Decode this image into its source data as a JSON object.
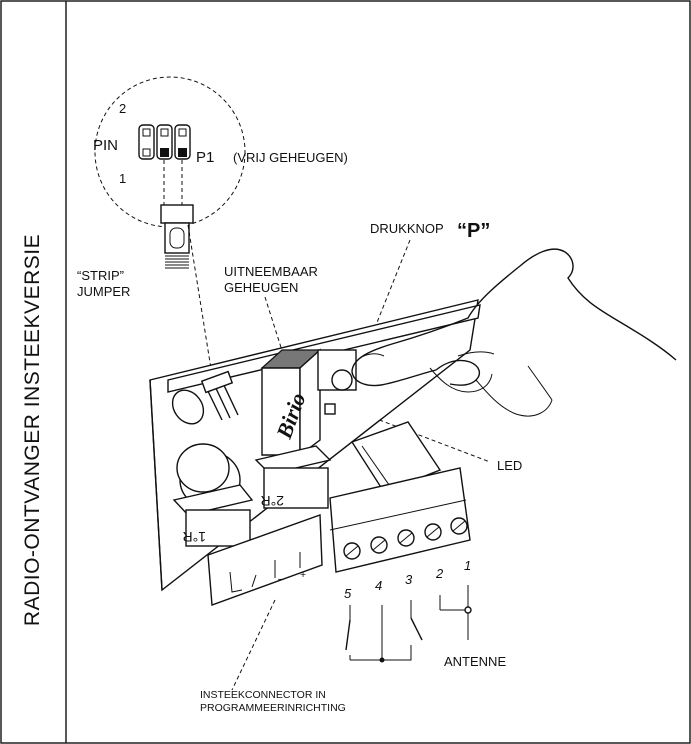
{
  "side_title": "RADIO-ONTVANGER INSTEEKVERSIE",
  "labels": {
    "pin": "PIN",
    "pin2": "2",
    "pin1": "1",
    "p1": "P1",
    "vrij_geheugen": "(VRIJ GEHEUGEN)",
    "strip_line1": "“STRIP”",
    "strip_line2": "JUMPER",
    "uitneembaar_line1": "UITNEEMBAAR",
    "uitneembaar_line2": "GEHEUGEN",
    "drukknop": "DRUKKNOP",
    "drukknop_p": "“P”",
    "led": "LED",
    "brand": "Birio",
    "relay1": "1°R",
    "relay2": "2°R",
    "antenne": "ANTENNE",
    "insteek_line1": "INSTEEKCONNECTOR IN",
    "insteek_line2": "PROGRAMMEERINRICHTING",
    "connector_minus": "–",
    "connector_plus": "+"
  },
  "terminals": [
    "5",
    "4",
    "3",
    "2",
    "1"
  ]
}
